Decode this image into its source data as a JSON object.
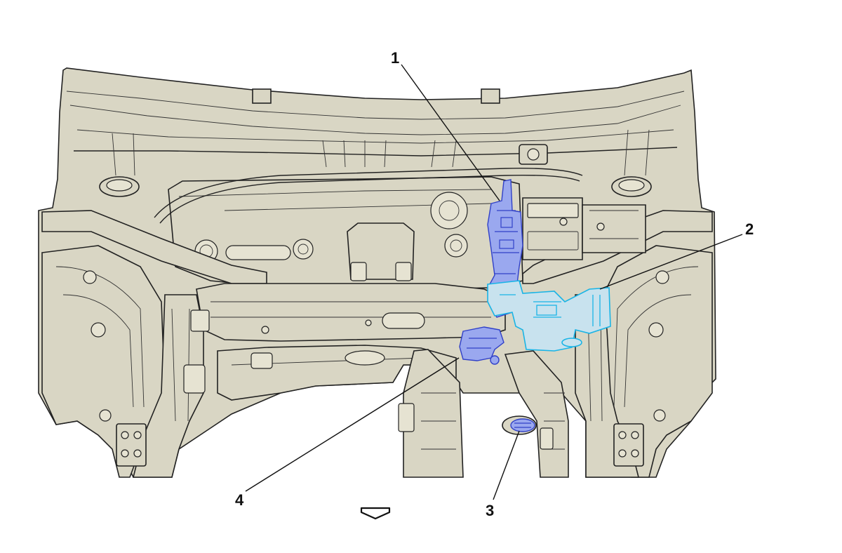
{
  "diagram": {
    "callouts": [
      {
        "id": "1",
        "label": "1"
      },
      {
        "id": "2",
        "label": "2"
      },
      {
        "id": "3",
        "label": "3"
      },
      {
        "id": "4",
        "label": "4"
      }
    ],
    "colors": {
      "vehicle_body": "#d9d6c4",
      "highlight_part_1_4": "#3040c8",
      "highlight_part_2": "#19b4e6",
      "highlight_part_3": "#3040c8",
      "outline": "#222222",
      "background": "#ffffff"
    },
    "direction_indicator": "forward-arrow-icon"
  }
}
